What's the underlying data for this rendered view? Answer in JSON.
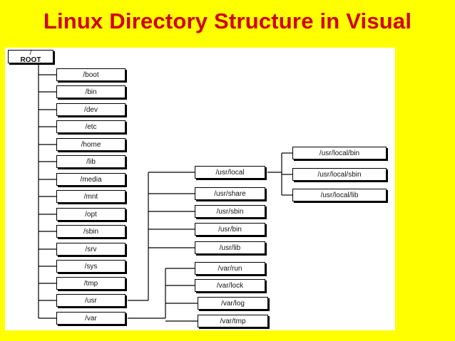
{
  "title": "Linux Directory Structure in Visual",
  "root": {
    "slash": "/",
    "label": "ROOT"
  },
  "level1": [
    "/boot",
    "/bin",
    "/dev",
    "/etc",
    "/home",
    "/lib",
    "/media",
    "/mnt",
    "/opt",
    "/sbin",
    "/srv",
    "/sys",
    "/tmp",
    "/usr",
    "/var"
  ],
  "usr_children": [
    "/usr/local",
    "/usr/share",
    "/usr/sbin",
    "/usr/bin",
    "/usr/lib"
  ],
  "var_children": [
    "/var/run",
    "/var/lock",
    "/var/log",
    "/var/tmp"
  ],
  "local_children": [
    "/usr/local/bin",
    "/usr/local/sbin",
    "/usr/local/lib"
  ],
  "colors": {
    "background": "#ffff00",
    "title": "#d00000",
    "panel": "#ffffff",
    "line": "#000000"
  }
}
